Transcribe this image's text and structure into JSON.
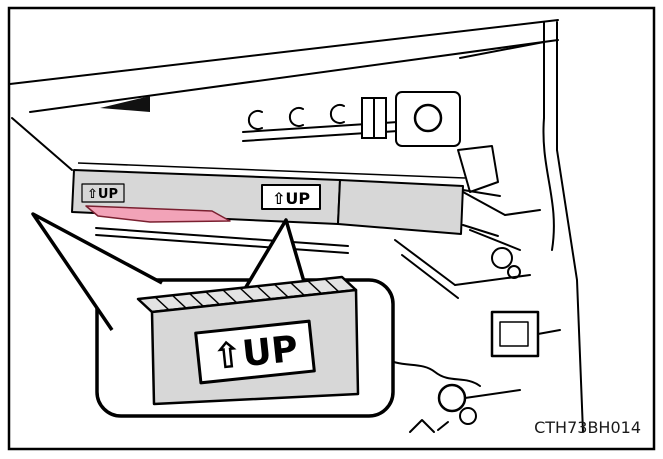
{
  "figure": {
    "part_code": "CTH73BH014",
    "up_label_small_left": "⇧UP",
    "up_label_small_mid": "⇧UP",
    "up_label_large": "⇧UP",
    "colors": {
      "highlight_pink": "#f2a3b8",
      "filter_gray": "#d7d7d7",
      "filter_gray_light": "#e3e3e3",
      "line": "#000000",
      "background": "#ffffff"
    }
  }
}
